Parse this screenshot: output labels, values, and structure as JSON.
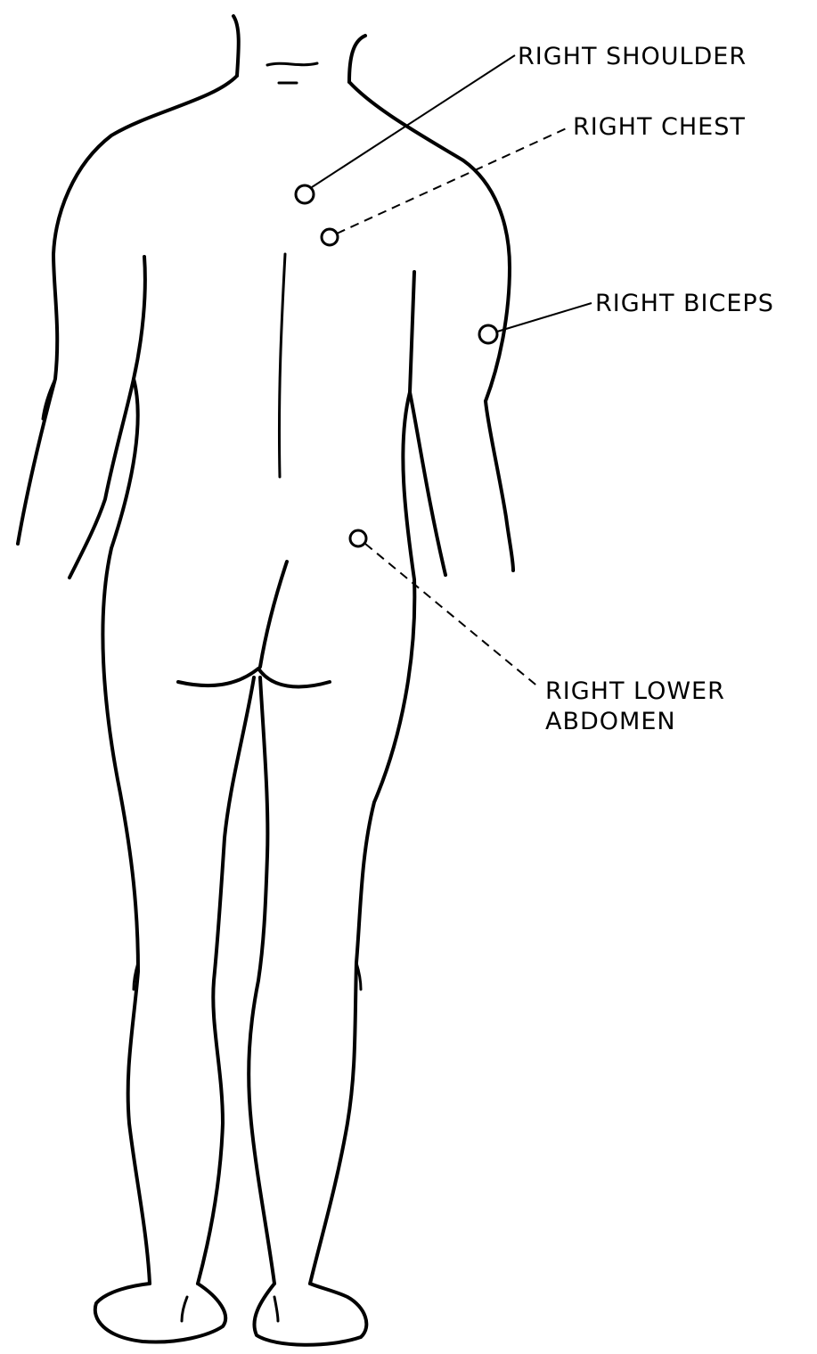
{
  "diagram": {
    "colors": {
      "ink": "#000000",
      "paper": "#ffffff"
    },
    "labels": {
      "right_shoulder": "RIGHT SHOULDER",
      "right_chest": "RIGHT CHEST",
      "right_biceps": "RIGHT BICEPS",
      "right_lower_abdomen_line1": "RIGHT LOWER",
      "right_lower_abdomen_line2": "ABDOMEN"
    }
  }
}
